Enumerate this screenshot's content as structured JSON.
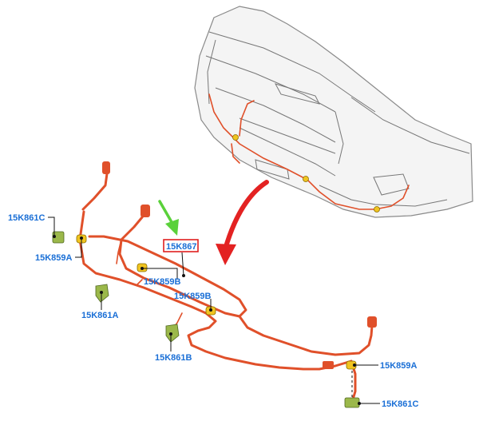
{
  "callouts": {
    "k861c_left": "15K861C",
    "k859a_left": "15K859A",
    "k867": "15K867",
    "k859b_upper": "15K859B",
    "k861a": "15K861A",
    "k859b_lower": "15K859B",
    "k861b": "15K861B",
    "k859a_right": "15K859A",
    "k861c_right": "15K861C"
  },
  "colors": {
    "callout_text": "#1a6fd6",
    "harness": "#e0502a",
    "highlight_box": "#e02020",
    "red_arrow": "#e32222",
    "green_arrow": "#5ad13a",
    "sensor": "#f0c420",
    "bracket": "#9bb84a"
  }
}
